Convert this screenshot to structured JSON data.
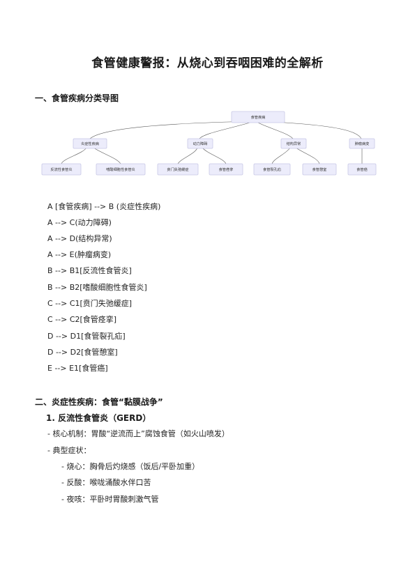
{
  "title": "食管健康警报：从烧心到吞咽困难的全解析",
  "section1": {
    "heading": "一、食管疾病分类导图",
    "diagram": {
      "root": "食管疾病",
      "level1": [
        "炎症性疾病",
        "动力障碍",
        "结构异常",
        "肿瘤病变"
      ],
      "level2": [
        "反流性食管炎",
        "嗜酸细胞性食管炎",
        "贲门失弛缓症",
        "食管痉挛",
        "食管裂孔疝",
        "食管憩室",
        "食管癌"
      ]
    },
    "code_lines": [
      "A [食管疾病] --> B (炎症性疾病)",
      "A --> C(动力障碍)",
      "A --> D(结构异常)",
      "A --> E(肿瘤病变)",
      "B --> B1[反流性食管炎]",
      "B --> B2[嗜酸细胞性食管炎]",
      "C --> C1[贲门失弛缓症]",
      "C --> C2[食管痉挛]",
      "D --> D1[食管裂孔疝]",
      "D --> D2[食管憩室]",
      "E --> E1[食管癌]"
    ]
  },
  "section2": {
    "heading": "二、炎症性疾病：食管“黏膜战争”",
    "subheading": "1. 反流性食管炎（GERD）",
    "items": [
      "- 核心机制：胃酸“逆流而上”腐蚀食管（如火山喷发）",
      "- 典型症状："
    ],
    "symptoms": [
      "- 烧心：胸骨后灼烧感（饭后/平卧加重）",
      "- 反酸：喉咙涌酸水伴口苦",
      "- 夜咳：平卧时胃酸刺激气管"
    ]
  }
}
